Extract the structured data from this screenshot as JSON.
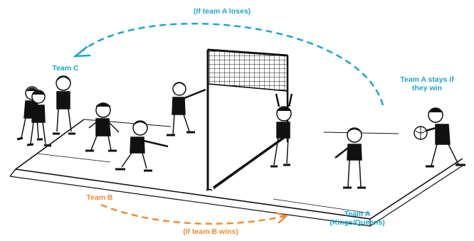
{
  "colors": {
    "team_a_blue": "#1aa7c8",
    "team_b_orange": "#f28a2e",
    "outline": "#111111"
  },
  "labels": {
    "if_team_a_loses": "(If team A loses)",
    "team_c": "Team C",
    "team_a_stays_line1": "Team A stays if",
    "team_a_stays_line2": "they win",
    "team_b": "Team B",
    "team_a_line1": "Team A",
    "team_a_line2": "(Kings/Queens)",
    "if_team_b_wins": "(If team B wins)"
  }
}
